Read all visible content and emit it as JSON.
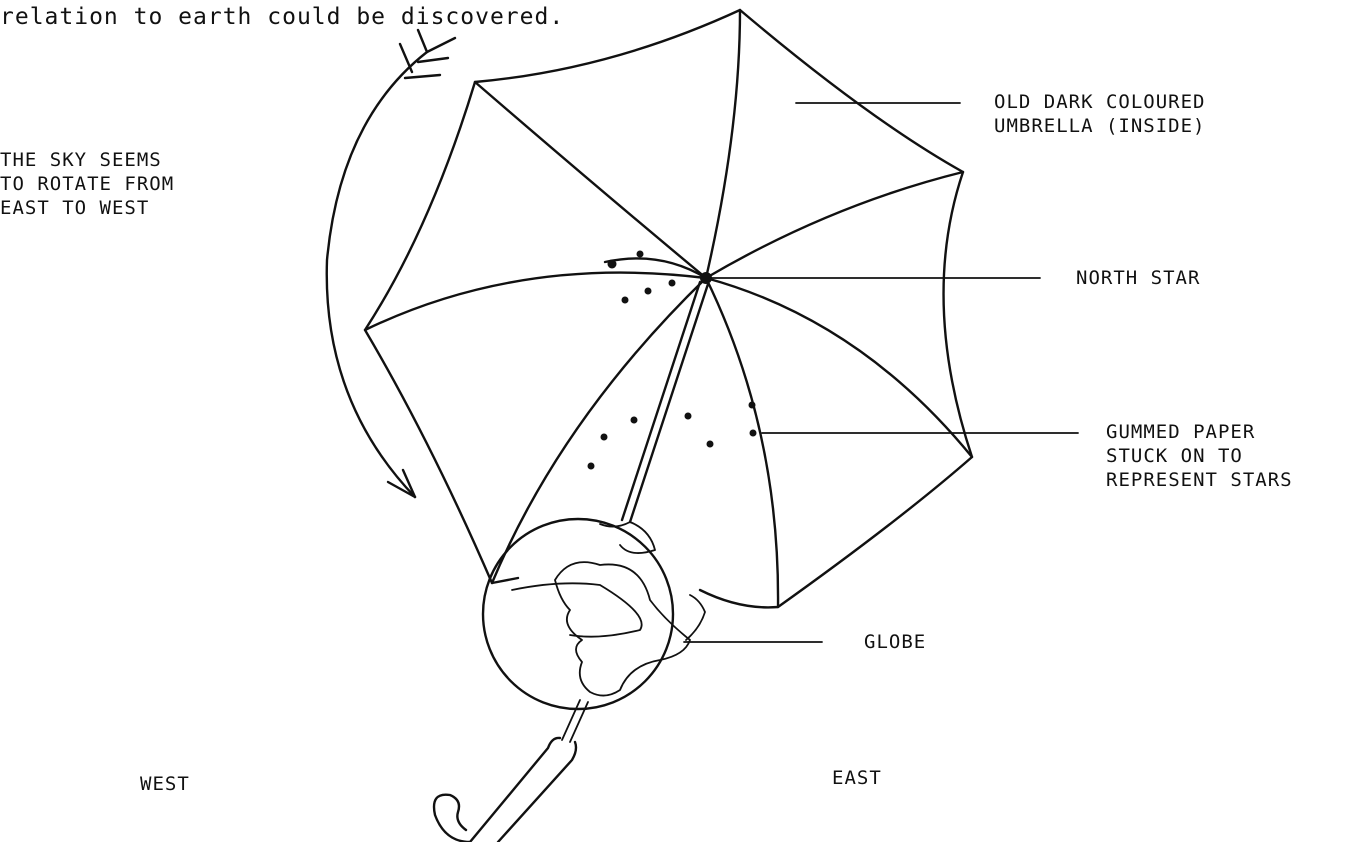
{
  "caption": "relation to earth could be discovered.",
  "labels": {
    "sky_rotation": [
      "THE SKY SEEMS",
      "TO ROTATE FROM",
      "EAST TO WEST"
    ],
    "umbrella": [
      "OLD DARK COLOURED",
      "UMBRELLA (INSIDE)"
    ],
    "north_star": "NORTH STAR",
    "gummed_paper": [
      "GUMMED PAPER",
      "STUCK ON TO",
      "REPRESENT STARS"
    ],
    "globe": "GLOBE",
    "west": "WEST",
    "east": "EAST"
  }
}
